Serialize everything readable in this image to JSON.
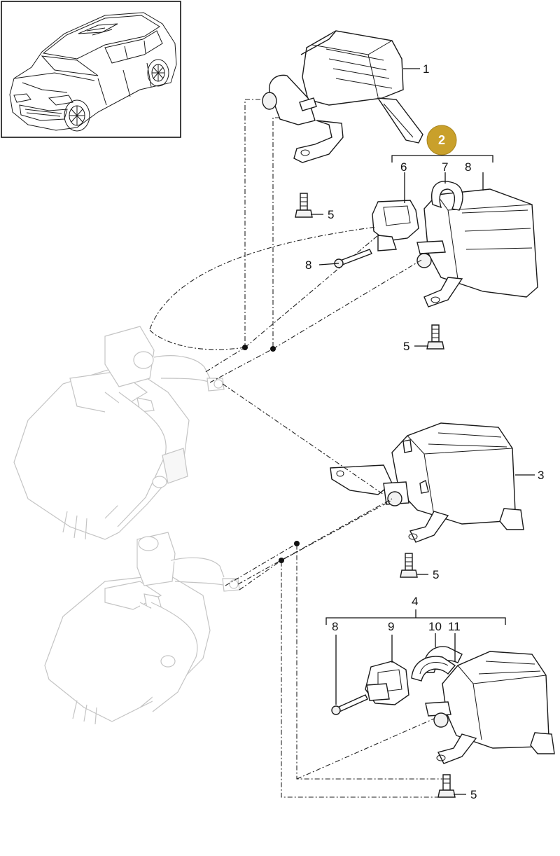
{
  "callouts": {
    "c1": "1",
    "c2": "2",
    "c3": "3",
    "c4": "4",
    "c5a": "5",
    "c5b": "5",
    "c5c": "5",
    "c5d": "5",
    "c6": "6",
    "c7": "7",
    "c8a": "8",
    "c8b": "8",
    "c8c": "8",
    "c9": "9",
    "c10": "10",
    "c11": "11"
  },
  "colors": {
    "highlight_badge": "#c9a02b",
    "line": "#111111",
    "ghost_part": "#c4c4c4"
  }
}
